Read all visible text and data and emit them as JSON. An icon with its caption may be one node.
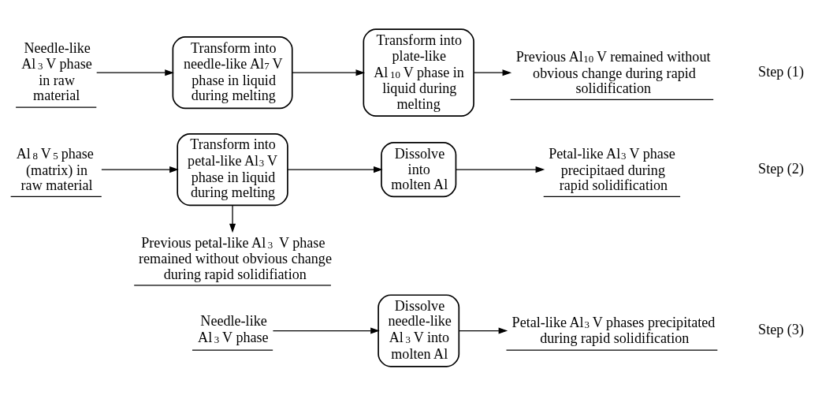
{
  "diagram": {
    "nodes": [
      {
        "text": [
          "Needle-like Al$_{3}$V phase in raw material"
        ]
      },
      {
        "text": [
          "Transform into needle-like Al$_{7}$V phase in liquid during melting"
        ]
      },
      {
        "text": [
          "Transform into plate-like Al$_{10}$V phase in liquid during melting"
        ]
      },
      {
        "text": [
          "Previous Al$_{10}$V remained without obvious change during rapid solidification"
        ]
      },
      {
        "text": [
          "Al$_{8}$V$_{5}$ phase (matrix) in raw material"
        ]
      },
      {
        "text": [
          "Transform into petal-like Al$_{3}$V phase in liquid during melting"
        ]
      },
      {
        "text": [
          "Dissolve into molten Al"
        ]
      },
      {
        "text": [
          "Petal-like Al$_{3}$V phase precipitaed during rapid solidification"
        ]
      },
      {
        "text": [
          "Previous petal-like Al$_{3}$V phase remained without obvious change during rapid solidifiation"
        ]
      },
      {
        "text": [
          "Needle-like Al$_{3}$V phase"
        ]
      },
      {
        "text": [
          "Dissolve needle-like Al$_{3}$V into molten Al"
        ]
      },
      {
        "text": [
          "Petal-like Al$_{3}$V phases precipitated during rapid solidification"
        ]
      }
    ],
    "edges": [
      {
        "from": 0,
        "to": 1,
        "arrow": "to"
      },
      {
        "from": 1,
        "to": 2,
        "arrow": "to"
      },
      {
        "from": 2,
        "to": 3,
        "arrow": "to"
      },
      {
        "from": 4,
        "to": 5,
        "arrow": "to"
      },
      {
        "from": 5,
        "to": 6,
        "arrow": "to"
      },
      {
        "from": 6,
        "to": 7,
        "arrow": "to"
      },
      {
        "from": 5,
        "to": 8,
        "arrow": "to"
      },
      {
        "from": 9,
        "to": 10,
        "arrow": "to"
      },
      {
        "from": 10,
        "to": 11,
        "arrow": "to"
      }
    ],
    "labels": [
      "Step (1)",
      "Step (2)",
      "Step (3)"
    ]
  }
}
